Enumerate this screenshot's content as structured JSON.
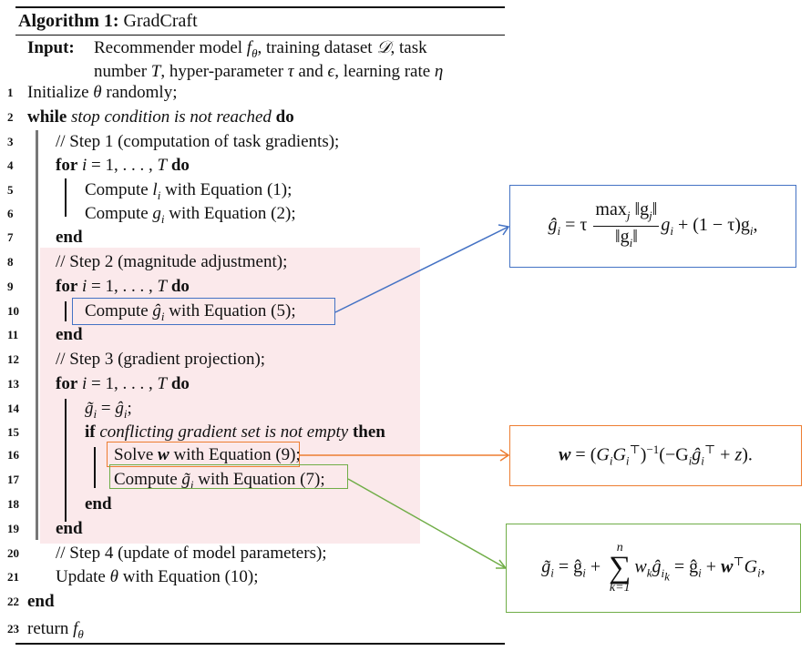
{
  "algorithm": {
    "label": "Algorithm 1:",
    "name": "GradCraft",
    "input_label": "Input:",
    "input_line1": "Recommender model fθ, training dataset 𝒟, task",
    "input_line2": "number T, hyper-parameter τ and ϵ, learning rate η",
    "lines": [
      {
        "n": "1",
        "text": "Initialize θ randomly;"
      },
      {
        "n": "2",
        "kw1": "while",
        "cond": "stop condition is not reached",
        "kw2": "do"
      },
      {
        "n": "3",
        "text": "// Step 1 (computation of task gradients);"
      },
      {
        "n": "4",
        "kw1": "for",
        "expr": "i = 1, . . . , T",
        "kw2": "do"
      },
      {
        "n": "5",
        "text": "Compute lᵢ with Equation (1);"
      },
      {
        "n": "6",
        "text": "Compute gᵢ with Equation (2);"
      },
      {
        "n": "7",
        "kw": "end"
      },
      {
        "n": "8",
        "text": "// Step 2 (magnitude adjustment);"
      },
      {
        "n": "9",
        "kw1": "for",
        "expr": "i = 1, . . . , T",
        "kw2": "do"
      },
      {
        "n": "10",
        "text": "Compute ĝᵢ with Equation (5);"
      },
      {
        "n": "11",
        "kw": "end"
      },
      {
        "n": "12",
        "text": "// Step 3 (gradient projection);"
      },
      {
        "n": "13",
        "kw1": "for",
        "expr": "i = 1, . . . , T",
        "kw2": "do"
      },
      {
        "n": "14",
        "text": "g̃ᵢ = ĝᵢ;"
      },
      {
        "n": "15",
        "kw1": "if",
        "cond": "conflicting gradient set is not empty",
        "kw2": "then"
      },
      {
        "n": "16",
        "text": "Solve w with Equation (9);"
      },
      {
        "n": "17",
        "text": "Compute g̃ᵢ with Equation (7);"
      },
      {
        "n": "18",
        "kw": "end"
      },
      {
        "n": "19",
        "kw": "end"
      },
      {
        "n": "20",
        "text": "// Step 4 (update of model parameters);"
      },
      {
        "n": "21",
        "text": "Update θ with Equation (10);"
      },
      {
        "n": "22",
        "kw": "end"
      },
      {
        "n": "23",
        "text": "return fθ"
      }
    ]
  },
  "equations": {
    "eq5": {
      "lhs": "ĝ",
      "lhs_sub": "i",
      "eq": " = τ",
      "num": "max",
      "num_sub": "j",
      "num_rest": " ‖g",
      "num_rest_sub": "j",
      "num_end": "‖",
      "den": "‖g",
      "den_sub": "i",
      "den_end": "‖",
      "rest": "g",
      "rest_sub": "i",
      "tail": " + (1 − τ)g",
      "tail_sub": "i",
      "end": ","
    },
    "eq9": {
      "text_a": "w = (G",
      "sub1": "i",
      "text_b": "G",
      "sub2": "i",
      "sup2": "⊤",
      "text_c": ")",
      "sup3": "−1",
      "text_d": "(−G",
      "sub4": "i",
      "text_e": "ĝ",
      "sub5": "i",
      "sup5": "⊤",
      "text_f": " + z)."
    },
    "eq7": {
      "lhs": "g̃",
      "lhs_sub": "i",
      "eq1": " = ĝ",
      "sub1": "i",
      "plus": " +",
      "sum_top": "n",
      "sum_sym": "∑",
      "sum_bot": "k=1",
      "term": "w",
      "term_sub": "k",
      "term2": "ĝ",
      "term2_sub": "i",
      "term2_subsub": "k",
      "eq2": " = ĝ",
      "sub2": "i",
      "plus2": " + w",
      "sup": "⊤",
      "G": "G",
      "G_sub": "i",
      "end": ","
    }
  },
  "colors": {
    "highlight_bg": "#fbe9eb",
    "blue": "#4472c4",
    "orange": "#ed7d31",
    "green": "#70ad47"
  }
}
